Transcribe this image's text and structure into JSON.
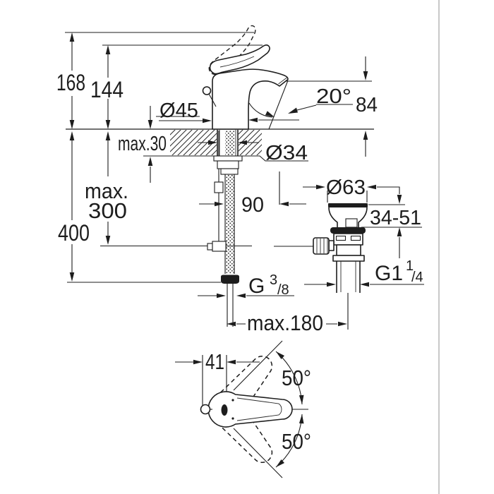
{
  "colors": {
    "ink": "#1d1d1d",
    "background": "#ffffff",
    "frame_line": "#ababab"
  },
  "drawing": {
    "type": "faucet-installation-dimension-drawing",
    "front_view": {
      "height_total": "168",
      "height_handle": "144",
      "base_diameter": "Ø45",
      "spout_angle": "20°",
      "spout_height": "84",
      "deck_thickness": "max.30",
      "hole_diameter": "Ø34",
      "hose_drop_max_label": "max.",
      "hose_drop_max_value": "300",
      "hose_length": "400",
      "dim_90": "90",
      "inlet_thread_g": "G",
      "inlet_thread_num": "3",
      "inlet_thread_den": "/8",
      "center_distance": "max.180"
    },
    "drain_valve": {
      "flange_diameter": "Ø63",
      "clamp_range": "34-51",
      "thread_g": "G1",
      "thread_num": "1",
      "thread_den": "/4"
    },
    "top_view": {
      "dim_41": "41",
      "swing_upper": "50°",
      "swing_lower": "50°"
    }
  }
}
